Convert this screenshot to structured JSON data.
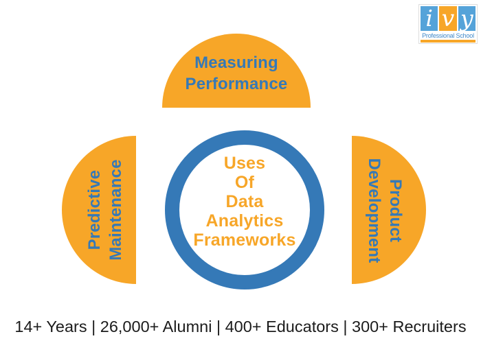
{
  "logo": {
    "letters": [
      {
        "char": "i"
      },
      {
        "char": "v"
      },
      {
        "char": "y"
      }
    ],
    "subtitle": "Professional School"
  },
  "diagram": {
    "center": {
      "lines": [
        "Uses",
        "Of",
        "Data",
        "Analytics",
        "Frameworks"
      ]
    },
    "segments": {
      "top": {
        "lines": [
          "Measuring",
          "Performance"
        ]
      },
      "left": {
        "lines": [
          "Predictive",
          "Maintenance"
        ]
      },
      "right": {
        "lines": [
          "Product",
          "Development"
        ]
      }
    }
  },
  "footer": {
    "stats": "14+ Years | 26,000+ Alumni | 400+ Educators | 300+ Recruiters"
  },
  "colors": {
    "orange": "#F7A628",
    "blue": "#3579B7",
    "logo_blue": "#55A3D9",
    "subtitle_blue": "#3C86C8",
    "footer_text": "#1B1B1B"
  }
}
